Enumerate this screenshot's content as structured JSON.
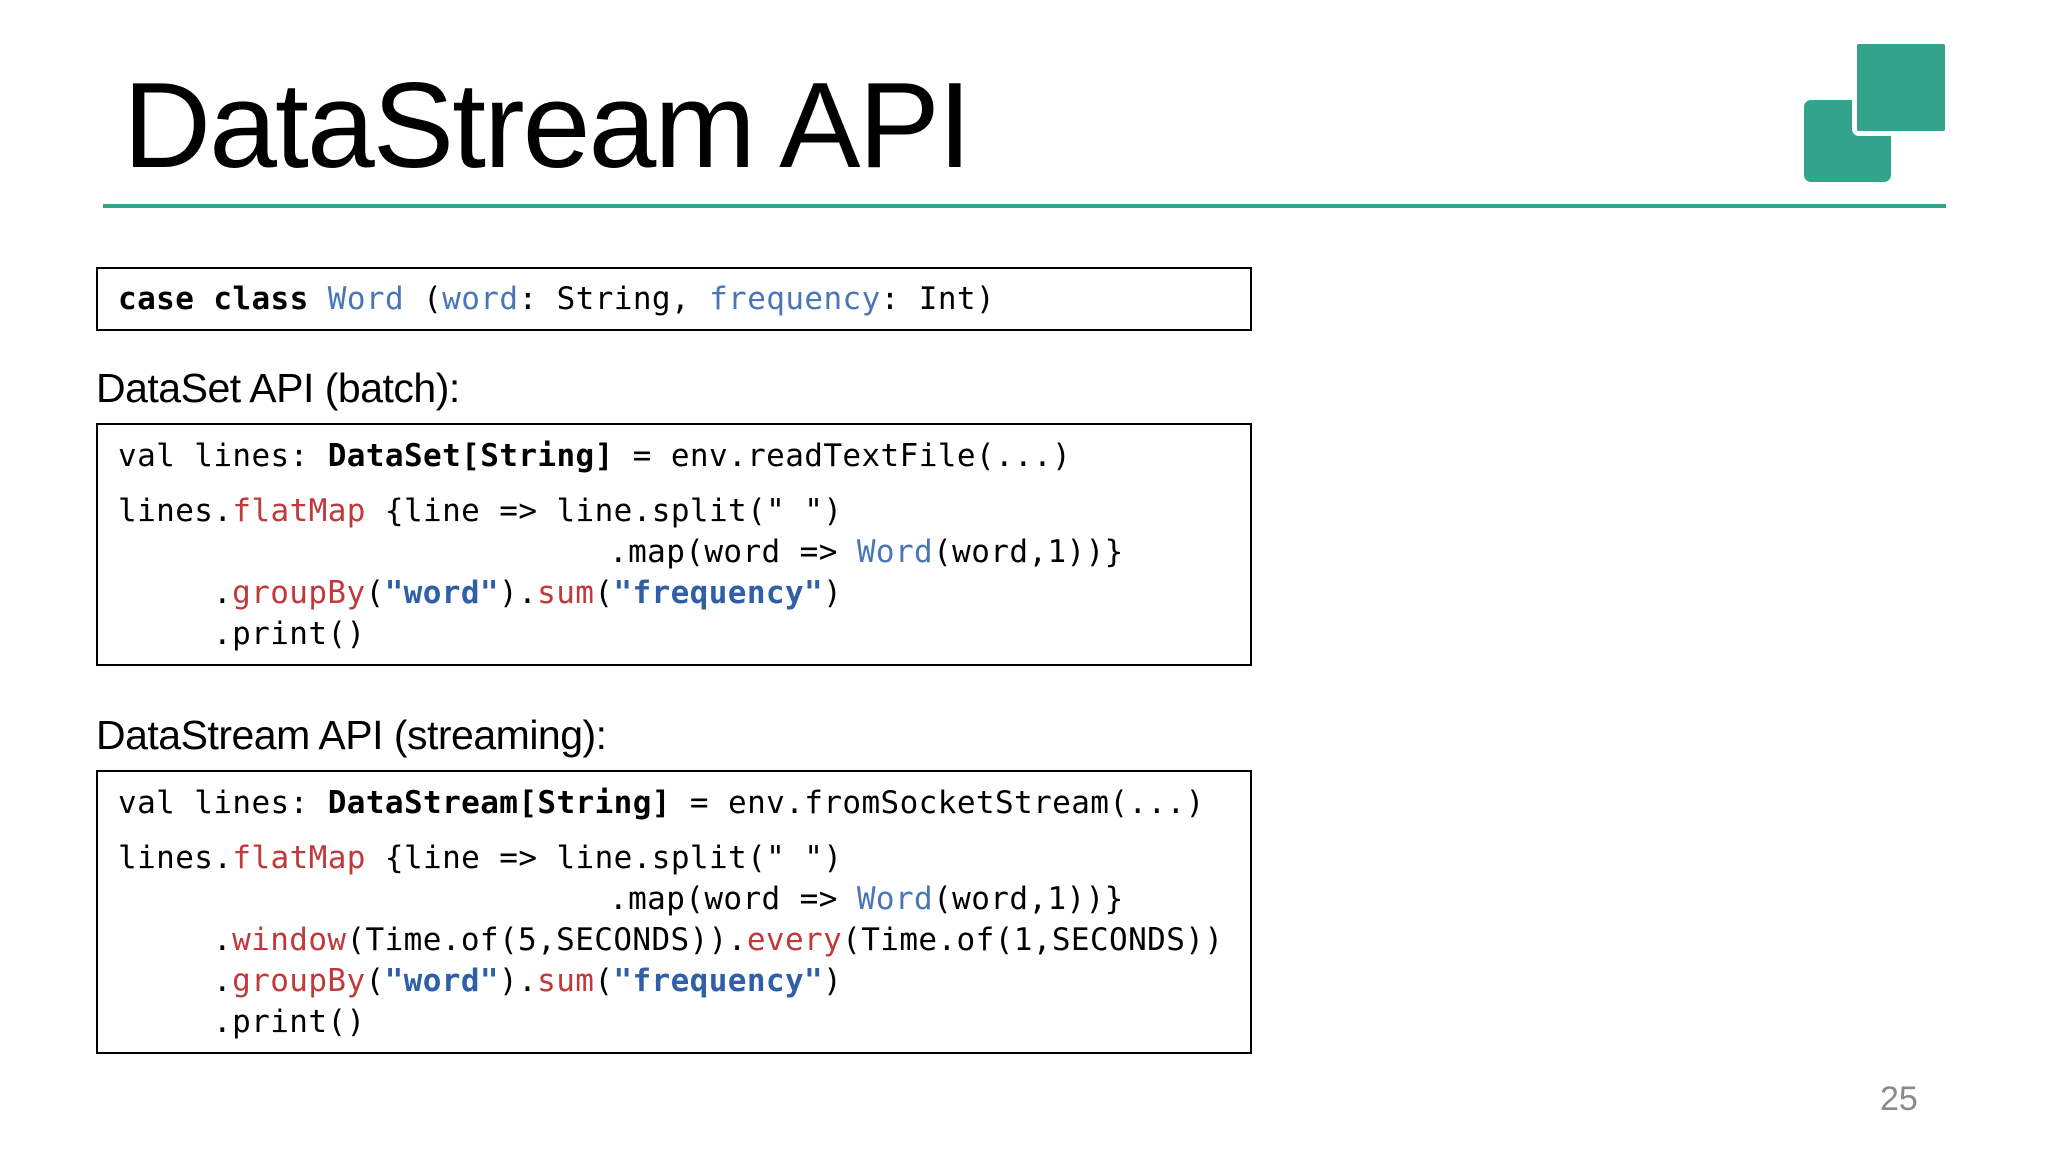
{
  "slide": {
    "title": "DataStream API",
    "page_number": "25",
    "accent_color": "#33a48b"
  },
  "case_class": {
    "kw_case": "case",
    "kw_class": "class",
    "name": "Word",
    "open": "(",
    "p1": "word",
    "t1": ": String, ",
    "p2": "frequency",
    "t2": ": Int)"
  },
  "dataset": {
    "heading": "DataSet API (batch):",
    "l1_a": "val lines: ",
    "l1_type": "DataSet[String]",
    "l1_b": " = env.readTextFile(...)",
    "l2_a": "lines.",
    "l2_fn": "flatMap",
    "l2_b": " {line => line.split(\" \")",
    "l3_a": ".map(word => ",
    "l3_word": "Word",
    "l3_b": "(word,1))}",
    "l4_a": ".",
    "l4_fn": "groupBy",
    "l4_b": "(",
    "l4_s1": "\"word\"",
    "l4_c": ").",
    "l4_fn2": "sum",
    "l4_d": "(",
    "l4_s2": "\"frequency\"",
    "l4_e": ")",
    "l5": ".print()"
  },
  "datastream": {
    "heading": "DataStream API (streaming):",
    "l1_a": "val lines: ",
    "l1_type": "DataStream[String]",
    "l1_b": " = env.fromSocketStream(...)",
    "l2_a": "lines.",
    "l2_fn": "flatMap",
    "l2_b": " {line => line.split(\" \")",
    "l3_a": ".map(word => ",
    "l3_word": "Word",
    "l3_b": "(word,1))}",
    "l4_a": ".",
    "l4_fn": "window",
    "l4_b": "(Time.of(5,SECONDS)).",
    "l4_fn2": "every",
    "l4_c": "(Time.of(1,SECONDS))",
    "l5_a": ".",
    "l5_fn": "groupBy",
    "l5_b": "(",
    "l5_s1": "\"word\"",
    "l5_c": ").",
    "l5_fn2": "sum",
    "l5_d": "(",
    "l5_s2": "\"frequency\"",
    "l5_e": ")",
    "l6": ".print()"
  }
}
